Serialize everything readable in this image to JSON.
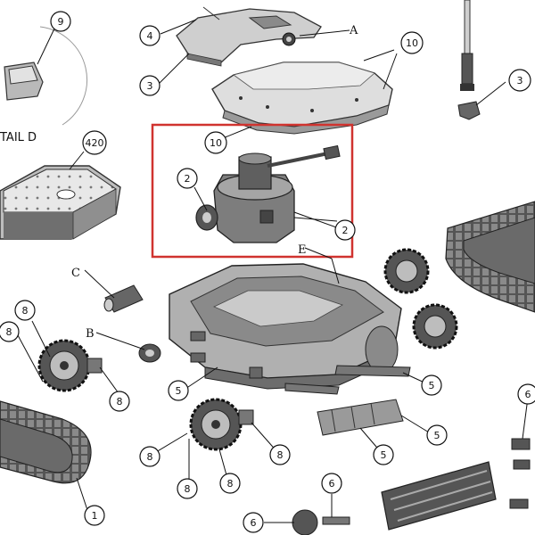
{
  "diagram": {
    "detail_label": "TAIL D",
    "highlight_color": "#d0332f",
    "callouts": {
      "c9": "9",
      "c4": "4",
      "c3_top": "3",
      "c10_right": "10",
      "c3_right": "3",
      "c420": "420",
      "c10_mid": "10",
      "c2_left": "2",
      "c2_right": "2",
      "c8_a": "8",
      "c8_b": "8",
      "c8_c": "8",
      "c8_d": "8",
      "c8_e": "8",
      "c8_f": "8",
      "c5_a": "5",
      "c5_b": "5",
      "c5_c": "5",
      "c5_d": "5",
      "c6_a": "6",
      "c6_b": "6",
      "c6_c": "6",
      "c1": "1"
    },
    "letters": {
      "A": "A",
      "C": "C",
      "B": "B",
      "E": "E"
    }
  }
}
